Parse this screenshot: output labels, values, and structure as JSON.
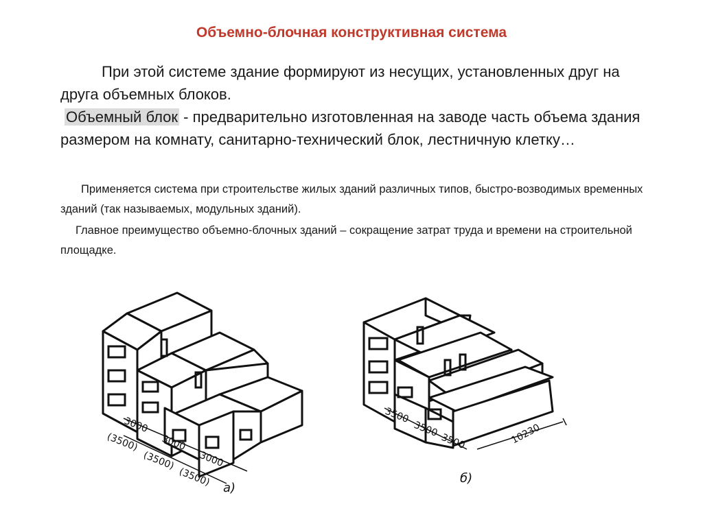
{
  "slide": {
    "title": "Объемно-блочная  конструктивная  система",
    "para1": "При этой системе здание формируют из несущих, установленных друг на друга объемных блоков.",
    "para2_term": "Объемный блок",
    "para2_rest": " -  предварительно изготовленная на заводе часть объема здания размером на комнату, санитарно-технический блок, лестничную клетку…",
    "para3": "Применяется система при строительстве жилых зданий различных типов, быстро-возводимых временных зданий (так называемых, модульных зданий).",
    "para4": "Главное преимущество объемно-блочных зданий – сокращение затрат труда и времени на строительной площадке."
  },
  "figure_a": {
    "caption": "а)",
    "dim_top": [
      "3000",
      "3000",
      "3000"
    ],
    "dim_bottom": [
      "(3500)",
      "(3500)",
      "(3500)"
    ]
  },
  "figure_b": {
    "caption": "б)",
    "dims": [
      "3500",
      "3500",
      "3500"
    ],
    "length": "10230"
  }
}
